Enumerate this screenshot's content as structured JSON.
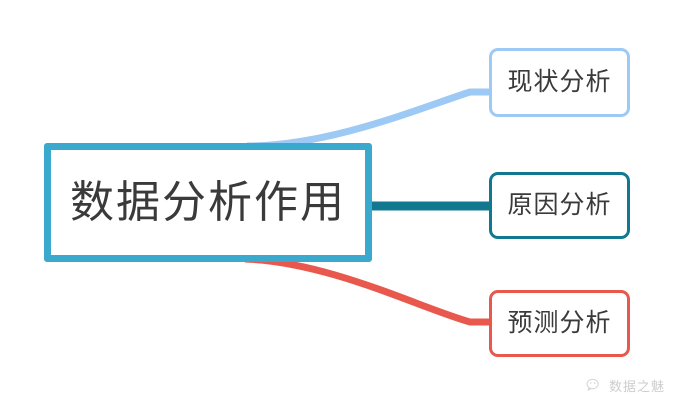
{
  "diagram": {
    "type": "mind-map",
    "background_color": "#ffffff",
    "root": {
      "label": "数据分析作用",
      "border_color": "#3ba9ce",
      "fill_color": "#ffffff",
      "text_color": "#3a3a3a"
    },
    "branches": [
      {
        "label": "现状分析",
        "border_color": "#9dc9f5",
        "connector_color": "#9dc9f5",
        "connector_style": "curve-up",
        "fill_color": "#ffffff",
        "text_color": "#3a3a3a"
      },
      {
        "label": "原因分析",
        "border_color": "#11788f",
        "connector_color": "#11788f",
        "connector_style": "straight",
        "fill_color": "#ffffff",
        "text_color": "#3a3a3a"
      },
      {
        "label": "预测分析",
        "border_color": "#e8584c",
        "connector_color": "#e8584c",
        "connector_style": "curve-down",
        "fill_color": "#ffffff",
        "text_color": "#3a3a3a"
      }
    ]
  },
  "watermark": {
    "icon": "wechat-icon",
    "text": "数据之魅",
    "color": "#8a8a8a"
  }
}
